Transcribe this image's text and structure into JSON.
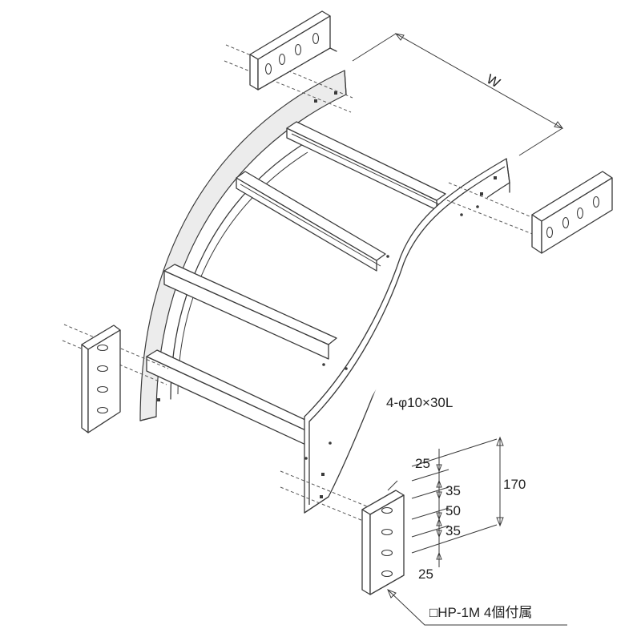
{
  "labels": {
    "width": "W",
    "holes": "4-φ10×30L",
    "height_total": "170",
    "pitch_top": "25",
    "pitch_1": "35",
    "pitch_2": "50",
    "pitch_3": "35",
    "pitch_bottom": "25",
    "accessory_note": "□HP-1M 4個付属"
  }
}
